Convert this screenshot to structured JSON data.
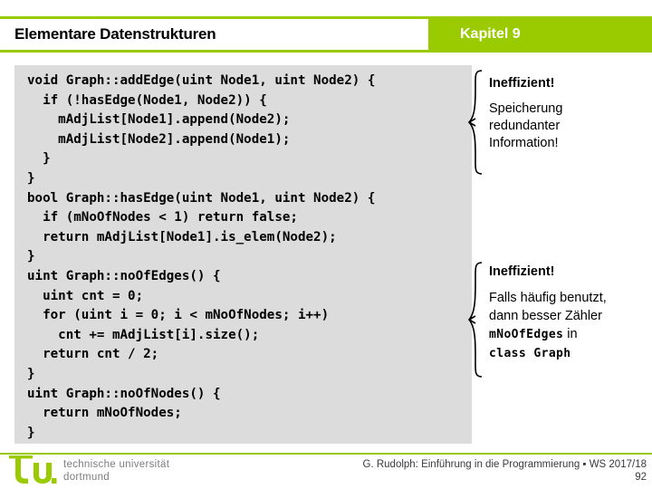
{
  "header": {
    "title": "Elementare Datenstrukturen",
    "chapter": "Kapitel 9",
    "accent_color": "#9ACB00"
  },
  "code": {
    "language": "cpp",
    "background_color": "#DCDCDC",
    "text": "void Graph::addEdge(uint Node1, uint Node2) {\n  if (!hasEdge(Node1, Node2)) {\n    mAdjList[Node1].append(Node2);\n    mAdjList[Node2].append(Node1);\n  }\n}\nbool Graph::hasEdge(uint Node1, uint Node2) {\n  if (mNoOfNodes < 1) return false;\n  return mAdjList[Node1].is_elem(Node2);\n}\nuint Graph::noOfEdges() {\n  uint cnt = 0;\n  for (uint i = 0; i < mNoOfNodes; i++)\n    cnt += mAdjList[i].size();\n  return cnt / 2;\n}\nuint Graph::noOfNodes() {\n  return mNoOfNodes;\n}"
  },
  "annotations": [
    {
      "id": "annotation-1",
      "heading": "Ineffizient!",
      "lines": [
        "Speicherung",
        "redundanter",
        "Information!"
      ]
    },
    {
      "id": "annotation-2",
      "heading": "Ineffizient!",
      "lines": [
        "Falls häufig benutzt,",
        "dann besser Zähler"
      ],
      "mixed_line_mono": "mNoOfEdges",
      "mixed_line_tail": " in",
      "mono_line": "class Graph"
    }
  ],
  "footer": {
    "logo_mark": "tu",
    "logo_line1": "technische universität",
    "logo_line2": "dortmund",
    "credit": "G. Rudolph: Einführung in die Programmierung ▪ WS 2017/18",
    "page": "92"
  }
}
